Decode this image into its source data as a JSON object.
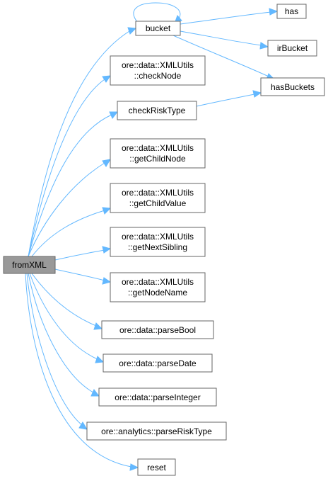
{
  "nodes": {
    "fromxml": [
      "fromXML"
    ],
    "bucket": [
      "bucket"
    ],
    "has": [
      "has"
    ],
    "irbucket": [
      "irBucket"
    ],
    "hasbuckets": [
      "hasBuckets"
    ],
    "checknode": [
      "ore::data::XMLUtils",
      "::checkNode"
    ],
    "checkrisktype": [
      "checkRiskType"
    ],
    "getchildnode": [
      "ore::data::XMLUtils",
      "::getChildNode"
    ],
    "getchildvalue": [
      "ore::data::XMLUtils",
      "::getChildValue"
    ],
    "getnextsibling": [
      "ore::data::XMLUtils",
      "::getNextSibling"
    ],
    "getnodename": [
      "ore::data::XMLUtils",
      "::getNodeName"
    ],
    "parsebool": [
      "ore::data::parseBool"
    ],
    "parsedate": [
      "ore::data::parseDate"
    ],
    "parseinteger": [
      "ore::data::parseInteger"
    ],
    "parserisktype": [
      "ore::analytics::parseRiskType"
    ],
    "reset": [
      "reset"
    ]
  },
  "colors": {
    "edge": "#63b8ff",
    "node_border": "#666666",
    "root_fill": "#999999",
    "node_fill": "#ffffff"
  }
}
